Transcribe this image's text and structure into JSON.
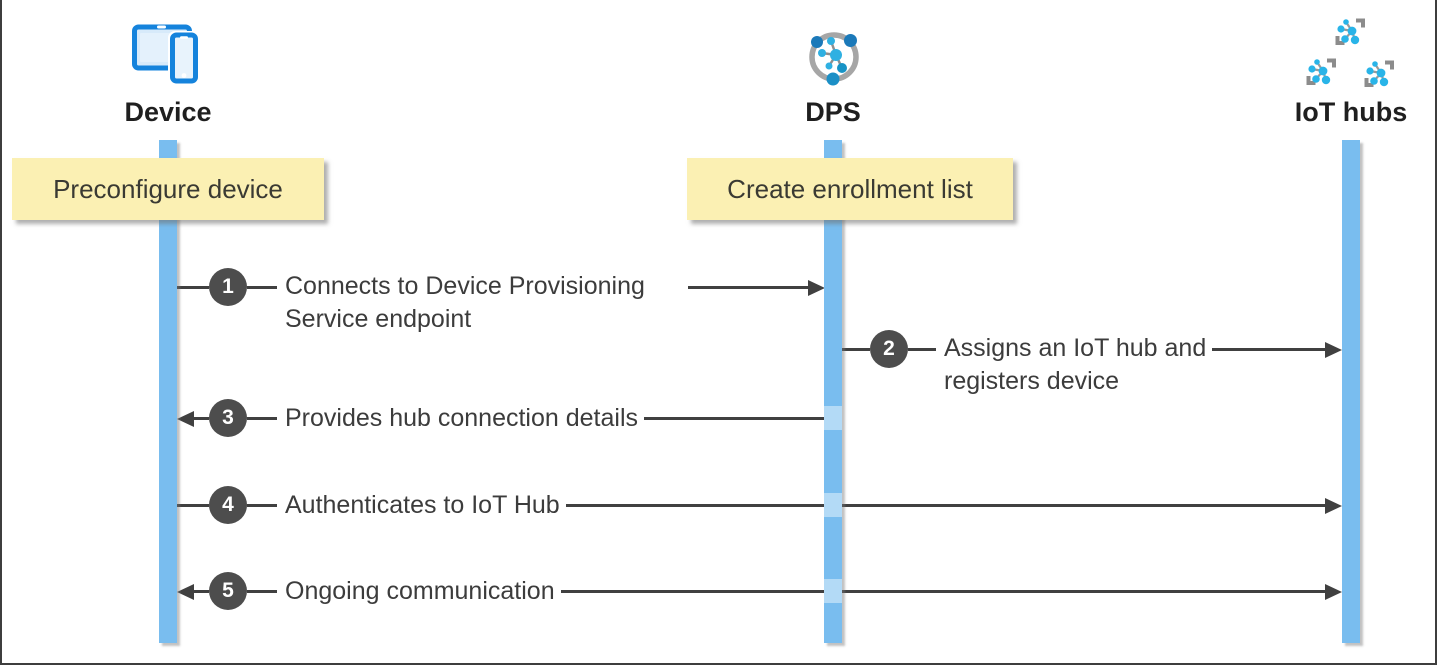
{
  "diagram": {
    "type": "sequence",
    "columns": [
      {
        "id": "device",
        "label": "Device",
        "icon": "device-icon"
      },
      {
        "id": "dps",
        "label": "DPS",
        "icon": "dps-icon"
      },
      {
        "id": "iot",
        "label": "IoT hubs",
        "icon": "iot-hubs-icon"
      }
    ],
    "notes": [
      {
        "text": "Preconfigure device",
        "column": "device"
      },
      {
        "text": "Create enrollment list",
        "column": "dps"
      }
    ],
    "steps": [
      {
        "num": "1",
        "from": "device",
        "to": "dps",
        "direction": "right",
        "lines": [
          "Connects to Device Provisioning",
          "Service endpoint"
        ]
      },
      {
        "num": "2",
        "from": "dps",
        "to": "iot",
        "direction": "right",
        "lines": [
          "Assigns an IoT hub and",
          "registers device"
        ]
      },
      {
        "num": "3",
        "from": "dps",
        "to": "device",
        "direction": "left",
        "lines": [
          "Provides hub connection details"
        ]
      },
      {
        "num": "4",
        "from": "device",
        "to": "iot",
        "direction": "right",
        "lines": [
          "Authenticates to IoT Hub"
        ]
      },
      {
        "num": "5",
        "from": "device",
        "to": "iot",
        "direction": "both",
        "lines": [
          "Ongoing communication"
        ]
      }
    ],
    "colors": {
      "lifeline": "#79BDEF",
      "lifeline_cross_patch": "#B3DAF6",
      "note_bg": "#FBF0B3",
      "step_circle": "#4D4D4D",
      "connector": "#404040",
      "icon_blue": "#1583DC",
      "icon_cyan": "#29B4E8",
      "icon_steel_blue": "#1B79B9",
      "icon_gray": "#A6A6A6",
      "label_text": "#1F1F1F",
      "note_text": "#3A3A33",
      "step_text": "#3C3C3C"
    }
  }
}
